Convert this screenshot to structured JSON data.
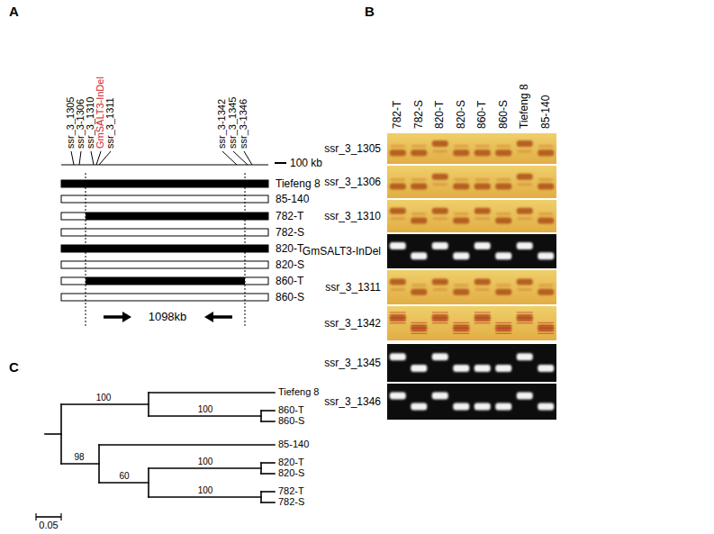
{
  "diagram": {
    "labels": [
      "A",
      "ssr_3_1305",
      "ssr_3-1306",
      "ssr_3_1310",
      "GmSALT3-InDel",
      "ssr_3_1311",
      "ssr_3-1342",
      "ssr_3_1345",
      "ssr_3-1346",
      "100 kb",
      "Tiefeng 8",
      "85-140",
      "782-T",
      "782-S",
      "820-T",
      "820-S",
      "860-T",
      "860-S",
      "1098kb",
      "B",
      "782-T",
      "782-S",
      "820-T",
      "820-S",
      "860-T",
      "860-S",
      "Tiefeng 8",
      "85-140",
      "ssr_3_1305",
      "ssr_3_1306",
      "ssr_3_1310",
      "GmSALT3-InDel",
      "ssr_3_1311",
      "ssr_3_1342",
      "ssr_3_1345",
      "ssr_3_1346",
      "C",
      "100",
      "100",
      "98",
      "100",
      "60",
      "100",
      "Tiefeng 8",
      "860-T",
      "860-S",
      "85-140",
      "820-T",
      "820-S",
      "782-T",
      "782-S",
      "0.05"
    ]
  }
}
